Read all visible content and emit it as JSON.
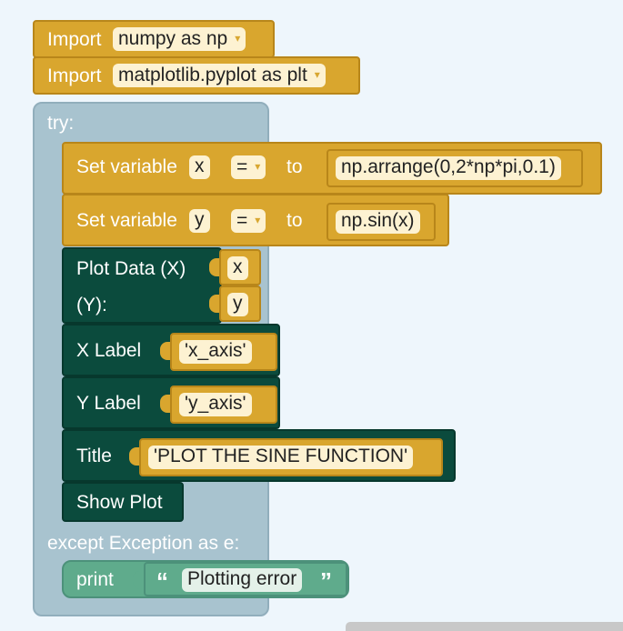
{
  "imports": [
    {
      "label": "Import",
      "module": "numpy as np"
    },
    {
      "label": "Import",
      "module": "matplotlib.pyplot as plt"
    }
  ],
  "try": {
    "label": "try:",
    "set_vars": [
      {
        "label": "Set variable",
        "var": "x",
        "op": "=",
        "to": "to",
        "value": "np.arrange(0,2*np*pi,0.1)"
      },
      {
        "label": "Set variable",
        "var": "y",
        "op": "=",
        "to": "to",
        "value": "np.sin(x)"
      }
    ],
    "plot": {
      "label_x": "Plot Data (X)",
      "label_y": "(Y):",
      "x": "x",
      "y": "y"
    },
    "xlabel": {
      "label": "X Label",
      "value": "'x_axis'"
    },
    "ylabel": {
      "label": "Y Label",
      "value": "'y_axis'"
    },
    "title": {
      "label": "Title",
      "value": "'PLOT THE SINE FUNCTION'"
    },
    "show": {
      "label": "Show Plot"
    }
  },
  "except": {
    "label": "except Exception as e:",
    "print_label": "print",
    "open_quote": "“",
    "message": "Plotting error",
    "close_quote": "”"
  },
  "colors": {
    "block_gold": "#d9a62e",
    "block_green": "#0b4b3d",
    "block_teal": "#5fab8c",
    "block_grey": "#a8c3cf"
  }
}
